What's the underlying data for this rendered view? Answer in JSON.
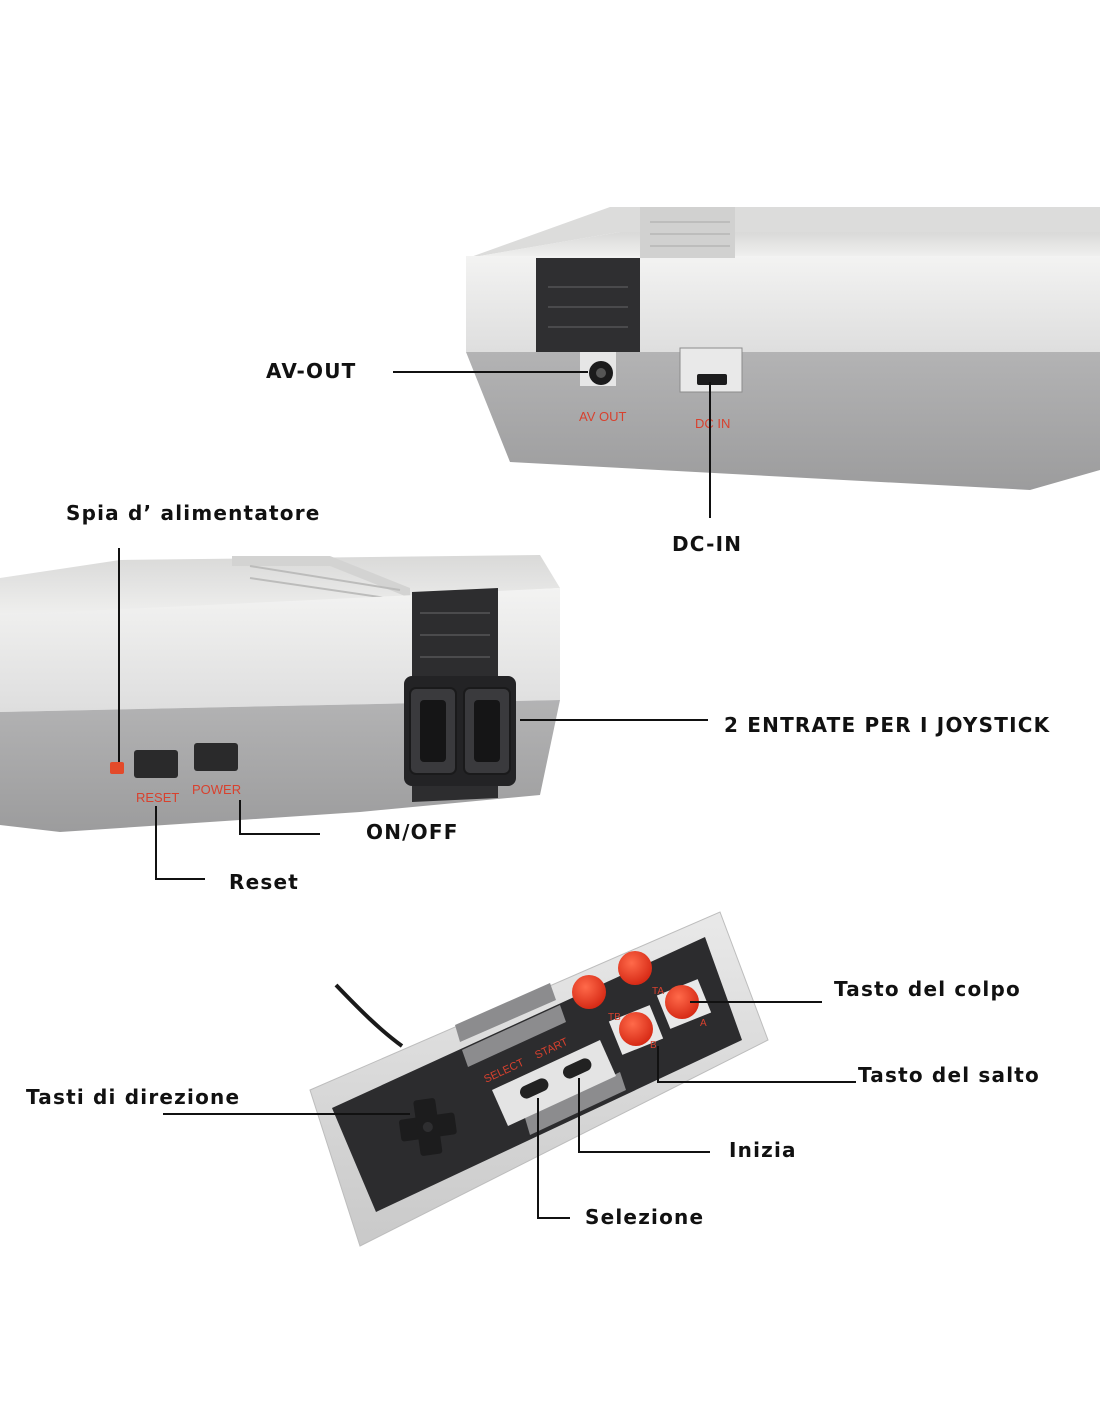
{
  "labels": {
    "av_out": "AV-OUT",
    "dc_in": "DC-IN",
    "power_light": "Spia d’ alimentatore",
    "joystick_ports": "2 ENTRATE PER I JOYSTICK",
    "on_off": "ON/OFF",
    "reset": "Reset",
    "fire_button": "Tasto del colpo",
    "jump_button": "Tasto del salto",
    "direction_keys": "Tasti di direzione",
    "start": "Inizia",
    "select": "Selezione"
  },
  "printed_on_device": {
    "av_out": "AV OUT",
    "dc_in": "DC IN",
    "reset": "RESET",
    "power": "POWER",
    "select": "SELECT",
    "start": "START",
    "a": "A",
    "b": "B",
    "turbo_a": "TA",
    "turbo_b": "TB"
  },
  "colors": {
    "console_top": "#ebebea",
    "console_base": "#a9a9aa",
    "dark_plastic": "#2c2c2e",
    "button_red": "#e8321e",
    "led_red": "#e34a2a",
    "print_red": "#d8412e",
    "leader_line": "#111111"
  }
}
